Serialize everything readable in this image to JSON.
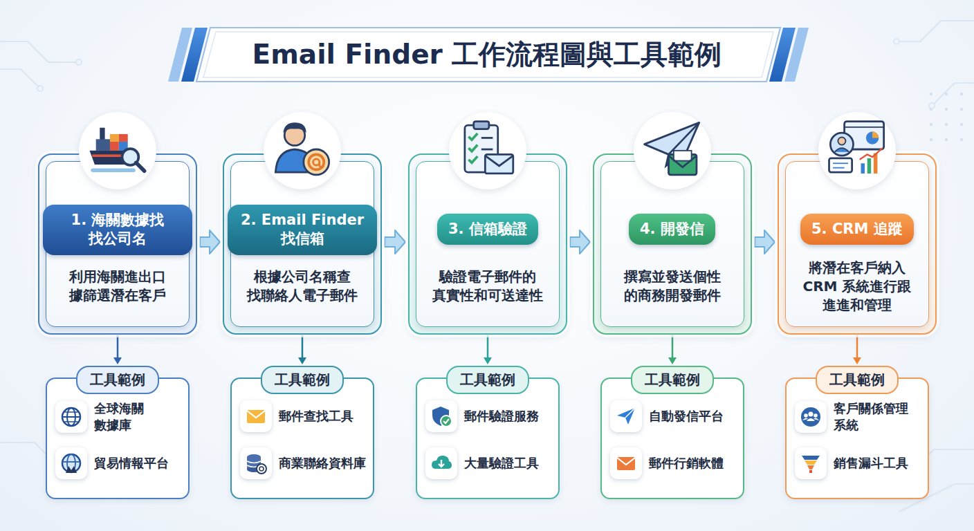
{
  "diagram": {
    "title": "Email Finder 工作流程圖與工具範例",
    "nodes": [
      {
        "text": [
          "利用海關進出口 據篩選潛在客戶"
        ]
      },
      {
        "text": [
          "1. 海關數據找 找公司名"
        ],
        "in": 0
      },
      {
        "text": [
          "根據公司名稱查 找聯絡人電子郵件"
        ]
      },
      {
        "text": [
          "2. Email Finder 找信箱"
        ],
        "in": 2
      },
      {
        "text": [
          "驗證電子郵件的 真實性和可送達性"
        ]
      },
      {
        "text": [
          "3. 信箱驗證"
        ],
        "in": 4
      },
      {
        "text": [
          "撰寫並發送個性 的商務開發郵件"
        ]
      },
      {
        "text": [
          "4. 開發信"
        ],
        "in": 6
      },
      {
        "text": [
          "將潛在客戶納入 CRM 系統進行跟 進進和管理"
        ]
      },
      {
        "text": [
          "5. CRM 追蹤"
        ],
        "in": 8
      },
      {
        "text": [
          "工具範例",
          "全球海關 數據庫",
          "貿易情報平台"
        ]
      },
      {
        "text": [
          "工具範例",
          "郵件查找工具",
          "商業聯絡資料庫"
        ]
      },
      {
        "text": [
          "工具範例",
          "郵件驗證服務",
          "大量驗證工具"
        ]
      },
      {
        "text": [
          "工具範例",
          "自動發信平台",
          "郵件行銷軟體"
        ]
      },
      {
        "text": [
          "工具範例",
          "客戶關係管理 系統",
          "銷售漏斗工具"
        ]
      }
    ],
    "edges": [
      {
        "from": 0,
        "to": 2,
        "arrow": "to"
      },
      {
        "from": 2,
        "to": 4,
        "arrow": "to"
      },
      {
        "from": 4,
        "to": 6,
        "arrow": "to"
      },
      {
        "from": 6,
        "to": 8,
        "arrow": "to"
      },
      {
        "from": 0,
        "to": 10,
        "arrow": "to"
      },
      {
        "from": 2,
        "to": 11,
        "arrow": "to"
      },
      {
        "from": 4,
        "to": 12,
        "arrow": "to"
      },
      {
        "from": 6,
        "to": 13,
        "arrow": "to"
      },
      {
        "from": 8,
        "to": 14,
        "arrow": "to"
      }
    ]
  }
}
